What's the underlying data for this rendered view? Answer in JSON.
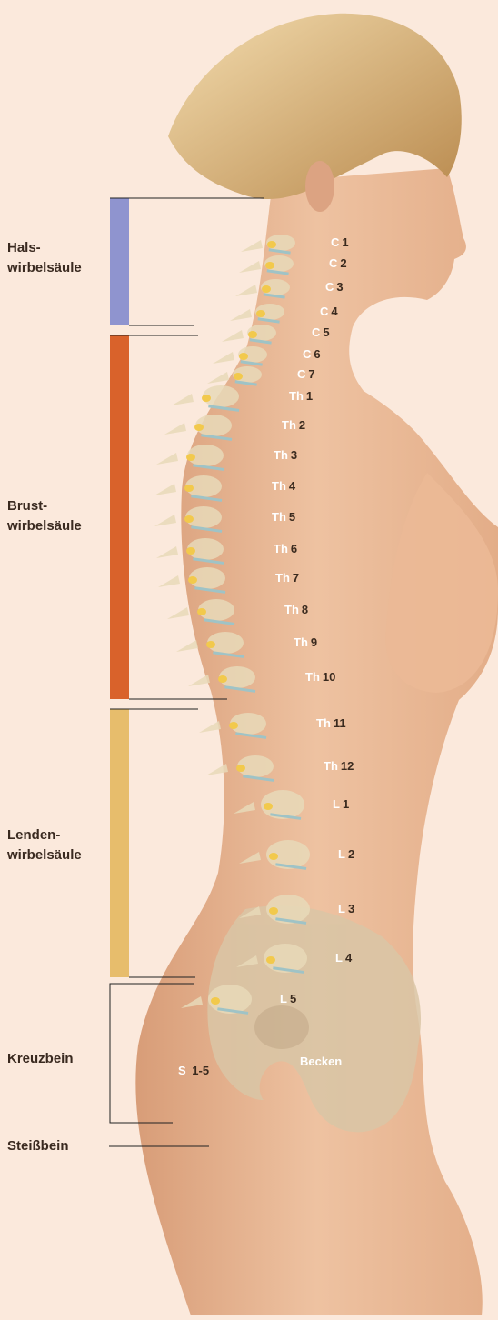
{
  "regions": [
    {
      "line1": "Hals-",
      "line2": "wirbelsäule",
      "color": "#8f94cf"
    },
    {
      "line1": "Brust-",
      "line2": "wirbelsäule",
      "color": "#d9622b"
    },
    {
      "line1": "Lenden-",
      "line2": "wirbelsäule",
      "color": "#e7bd6c"
    },
    {
      "line1": "Kreuzbein",
      "line2": ""
    },
    {
      "line1": "Steißbein",
      "line2": ""
    }
  ],
  "vertebrae": [
    {
      "prefix": "C",
      "num": "1"
    },
    {
      "prefix": "C",
      "num": "2"
    },
    {
      "prefix": "C",
      "num": "3"
    },
    {
      "prefix": "C",
      "num": "4"
    },
    {
      "prefix": "C",
      "num": "5"
    },
    {
      "prefix": "C",
      "num": "6"
    },
    {
      "prefix": "C",
      "num": "7"
    },
    {
      "prefix": "Th",
      "num": "1"
    },
    {
      "prefix": "Th",
      "num": "2"
    },
    {
      "prefix": "Th",
      "num": "3"
    },
    {
      "prefix": "Th",
      "num": "4"
    },
    {
      "prefix": "Th",
      "num": "5"
    },
    {
      "prefix": "Th",
      "num": "6"
    },
    {
      "prefix": "Th",
      "num": "7"
    },
    {
      "prefix": "Th",
      "num": "8"
    },
    {
      "prefix": "Th",
      "num": "9"
    },
    {
      "prefix": "Th",
      "num": "10"
    },
    {
      "prefix": "Th",
      "num": "11"
    },
    {
      "prefix": "Th",
      "num": "12"
    },
    {
      "prefix": "L",
      "num": "1"
    },
    {
      "prefix": "L",
      "num": "2"
    },
    {
      "prefix": "L",
      "num": "3"
    },
    {
      "prefix": "L",
      "num": "4"
    },
    {
      "prefix": "L",
      "num": "5"
    }
  ],
  "sacrum": {
    "prefix": "S",
    "num": "1-5"
  },
  "pelvis": "Becken",
  "colors": {
    "background": "#fbe9dc",
    "skin": "#e6b795",
    "hair": "#d9b57a",
    "bone": "#e8d9b8",
    "disc": "#9fc3c6",
    "nerve": "#f2c94c"
  }
}
